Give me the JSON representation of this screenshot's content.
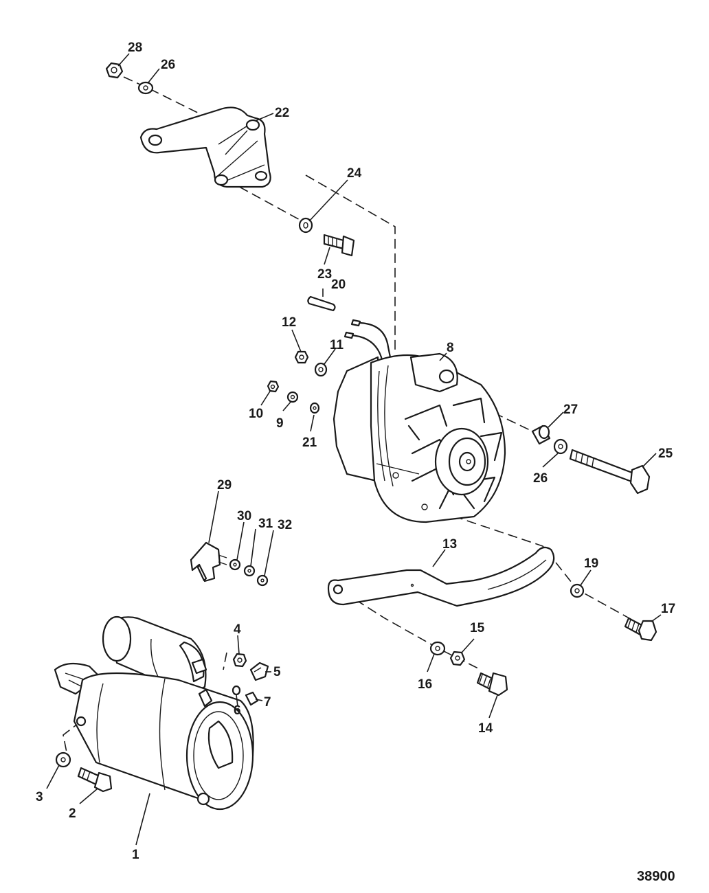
{
  "diagram": {
    "reference_number": "38900",
    "callouts": {
      "c1": "1",
      "c2": "2",
      "c3": "3",
      "c4": "4",
      "c5": "5",
      "c6": "6",
      "c7": "7",
      "c8": "8",
      "c9": "9",
      "c10": "10",
      "c11": "11",
      "c12": "12",
      "c13": "13",
      "c14": "14",
      "c15": "15",
      "c16": "16",
      "c17": "17",
      "c19": "19",
      "c20": "20",
      "c21": "21",
      "c22": "22",
      "c23": "23",
      "c24": "24",
      "c25": "25",
      "c26a": "26",
      "c26b": "26",
      "c27": "27",
      "c28": "28",
      "c29": "29",
      "c30": "30",
      "c31": "31",
      "c32": "32"
    }
  }
}
